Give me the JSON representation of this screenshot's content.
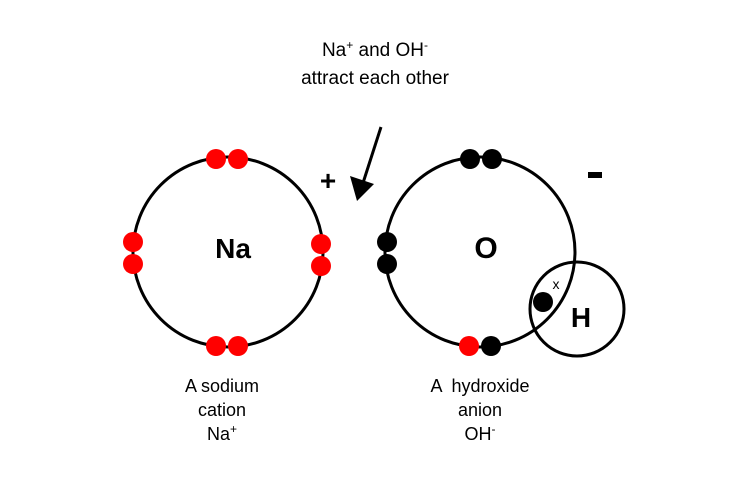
{
  "title": {
    "line1_main": "Na",
    "line1_sup1": "+",
    "line1_mid": " and OH",
    "line1_sup2": "-",
    "line2": "attract each other"
  },
  "sodium": {
    "symbol": "Na",
    "charge": "+",
    "label_line1": "A sodium",
    "label_line2": "cation",
    "label_formula": "Na",
    "label_sup": "+"
  },
  "hydroxide": {
    "symbol": "O",
    "hydrogen_symbol": "H",
    "shared_mark": "x",
    "charge": "-",
    "label_line1": "A  hydroxide",
    "label_line2": "anion",
    "label_formula": "OH",
    "label_sup": "-"
  },
  "colors": {
    "sodium_electron": "#ff0000",
    "oxygen_electron": "#000000",
    "transferred_electron": "#ff0000"
  }
}
